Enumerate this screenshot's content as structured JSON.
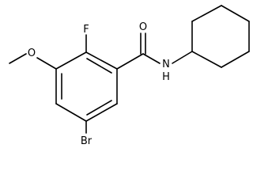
{
  "molecule": {
    "atoms": {
      "oxygen_carbonyl": "O",
      "fluorine": "F",
      "oxygen_methoxy": "O",
      "nitrogen_amide": "N",
      "hydrogen_amide": "H",
      "bromine": "Br"
    }
  }
}
